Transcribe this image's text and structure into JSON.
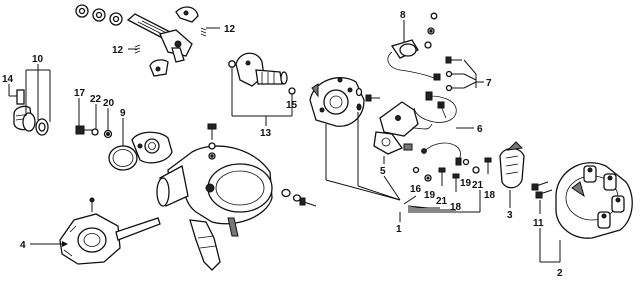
{
  "diagram": {
    "callouts": [
      {
        "id": "c1",
        "text": "1"
      },
      {
        "id": "c2",
        "text": "2"
      },
      {
        "id": "c3",
        "text": "3"
      },
      {
        "id": "c4",
        "text": "4"
      },
      {
        "id": "c5",
        "text": "5"
      },
      {
        "id": "c6",
        "text": "6"
      },
      {
        "id": "c7",
        "text": "7"
      },
      {
        "id": "c8",
        "text": "8"
      },
      {
        "id": "c9",
        "text": "9"
      },
      {
        "id": "c10",
        "text": "10"
      },
      {
        "id": "c11",
        "text": "11"
      },
      {
        "id": "c12a",
        "text": "12"
      },
      {
        "id": "c12b",
        "text": "12"
      },
      {
        "id": "c13",
        "text": "13"
      },
      {
        "id": "c14",
        "text": "14"
      },
      {
        "id": "c15",
        "text": "15"
      },
      {
        "id": "c16",
        "text": "16"
      },
      {
        "id": "c17",
        "text": "17"
      },
      {
        "id": "c18a",
        "text": "18"
      },
      {
        "id": "c18b",
        "text": "18"
      },
      {
        "id": "c19a",
        "text": "19"
      },
      {
        "id": "c19b",
        "text": "19"
      },
      {
        "id": "c20",
        "text": "20"
      },
      {
        "id": "c21a",
        "text": "21"
      },
      {
        "id": "c21b",
        "text": "21"
      },
      {
        "id": "c22",
        "text": "22"
      }
    ]
  }
}
